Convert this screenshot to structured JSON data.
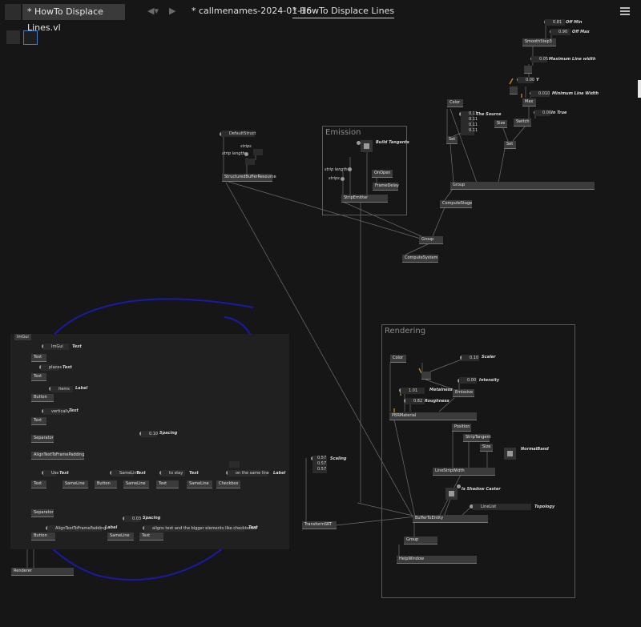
{
  "titlebar": {
    "tab_label": "* HowTo Displace Lines.vl",
    "breadcrumb_1": "* callmenames-2024-01-16",
    "breadcrumb_2": "* HowTo Displace Lines"
  },
  "regions": {
    "emission": "Emission",
    "rendering": "Rendering"
  },
  "top_right_nodes": {
    "offmin_val": "0.81",
    "offmin_lbl": "Off Min",
    "offmax_val": "0.90",
    "offmax_lbl": "Off Max",
    "smoothstep": "SmoothStep3",
    "maxlinewidth_val": "0.05",
    "maxlinewidth_lbl": "Maximum Line width",
    "y_val": "0.00",
    "y_lbl": "Y",
    "minlinewidth_val": "0.010",
    "minlinewidth_lbl": "Minimum Line Width",
    "max": "Max",
    "intrue_val": "0.00",
    "intrue_lbl": "In True",
    "switch": "Switch",
    "color": "Color",
    "source_vals": [
      "0.11",
      "0.11",
      "0.11",
      "0.11"
    ],
    "source_lbl": "The Source",
    "size": "Size",
    "set1": "Set",
    "set2": "Set",
    "group": "Group",
    "computestage": "ComputeStage",
    "group2": "Group",
    "computesystem": "ComputeSystem"
  },
  "left_nodes": {
    "defaultstruct": "DefaultStruct",
    "strips": "strips",
    "striplength": "strip length",
    "sbr": "StructuredBufferResource"
  },
  "emission_nodes": {
    "build_tangents": "Build Tangents",
    "strip_length": "strip length",
    "strips": "strips",
    "onopen": "OnOpen",
    "framedelay": "FrameDelay",
    "stripemitter": "StripEmitter"
  },
  "rendering_nodes": {
    "color": "Color",
    "scaler_val": "0.10",
    "scaler_lbl": "Scaler",
    "intensity_val": "0.00",
    "intensity_lbl": "Intensity",
    "emissive": "Emissive",
    "metalness_val": "1.01",
    "metalness_lbl": "Metalness",
    "roughness_val": "0.82",
    "roughness_lbl": "Roughness",
    "pbrmaterial": "PBRMaterial",
    "position": "Position",
    "striptangent": "StripTangent",
    "size": "Size",
    "normalband": "NormalBand",
    "linestripwidth": "LineStripWidth",
    "shadowcaster": "Is Shadow Caster",
    "linelist": "LineList",
    "topology": "Topology",
    "buffertoentity": "BufferToEntity",
    "group": "Group",
    "helpwindow": "HelpWindow"
  },
  "scaling": {
    "vals": [
      "0.57",
      "0.57",
      "0.57"
    ],
    "lbl": "Scaling",
    "transform": "TransformSRT"
  },
  "imgui": {
    "header": "ImGui",
    "t1_in": "ImGui",
    "t1_lbl": "Text",
    "t1_node": "Text",
    "t2_in": "places",
    "t2_lbl": "Text",
    "t2_node": "Text",
    "b1_in": "items",
    "b1_lbl": "Label",
    "b1_node": "Button",
    "t3_in": "vertically.",
    "t3_lbl": "Text",
    "t3_node": "Text",
    "separator1": "Separator",
    "spacing_val": "0.10",
    "spacing_lbl": "Spacing",
    "align1": "AlignTextToFramePadding",
    "row_in1": "Use",
    "row_lbl1": "Text",
    "row_in2": "SameLine",
    "row_lbl2": "Text",
    "row_in3": "to stay",
    "row_lbl3": "Text",
    "row_in4": "on the same line",
    "row_lbl4": "Label",
    "row_nodes": [
      "Text",
      "SameLine",
      "Button",
      "SameLine",
      "Text",
      "SameLine",
      "Checkbox"
    ],
    "separator2": "Separator",
    "align2": "AlignTextToFramePadding",
    "align2_lbl": "Label",
    "spacing2_val": "0.03",
    "spacing2_lbl": "Spacing",
    "aligns_text": "aligns text and the bigger elements like checkboxes",
    "aligns_lbl": "Text",
    "last_nodes": [
      "Button",
      "SameLine",
      "Text"
    ],
    "renderer": "Renderer"
  }
}
